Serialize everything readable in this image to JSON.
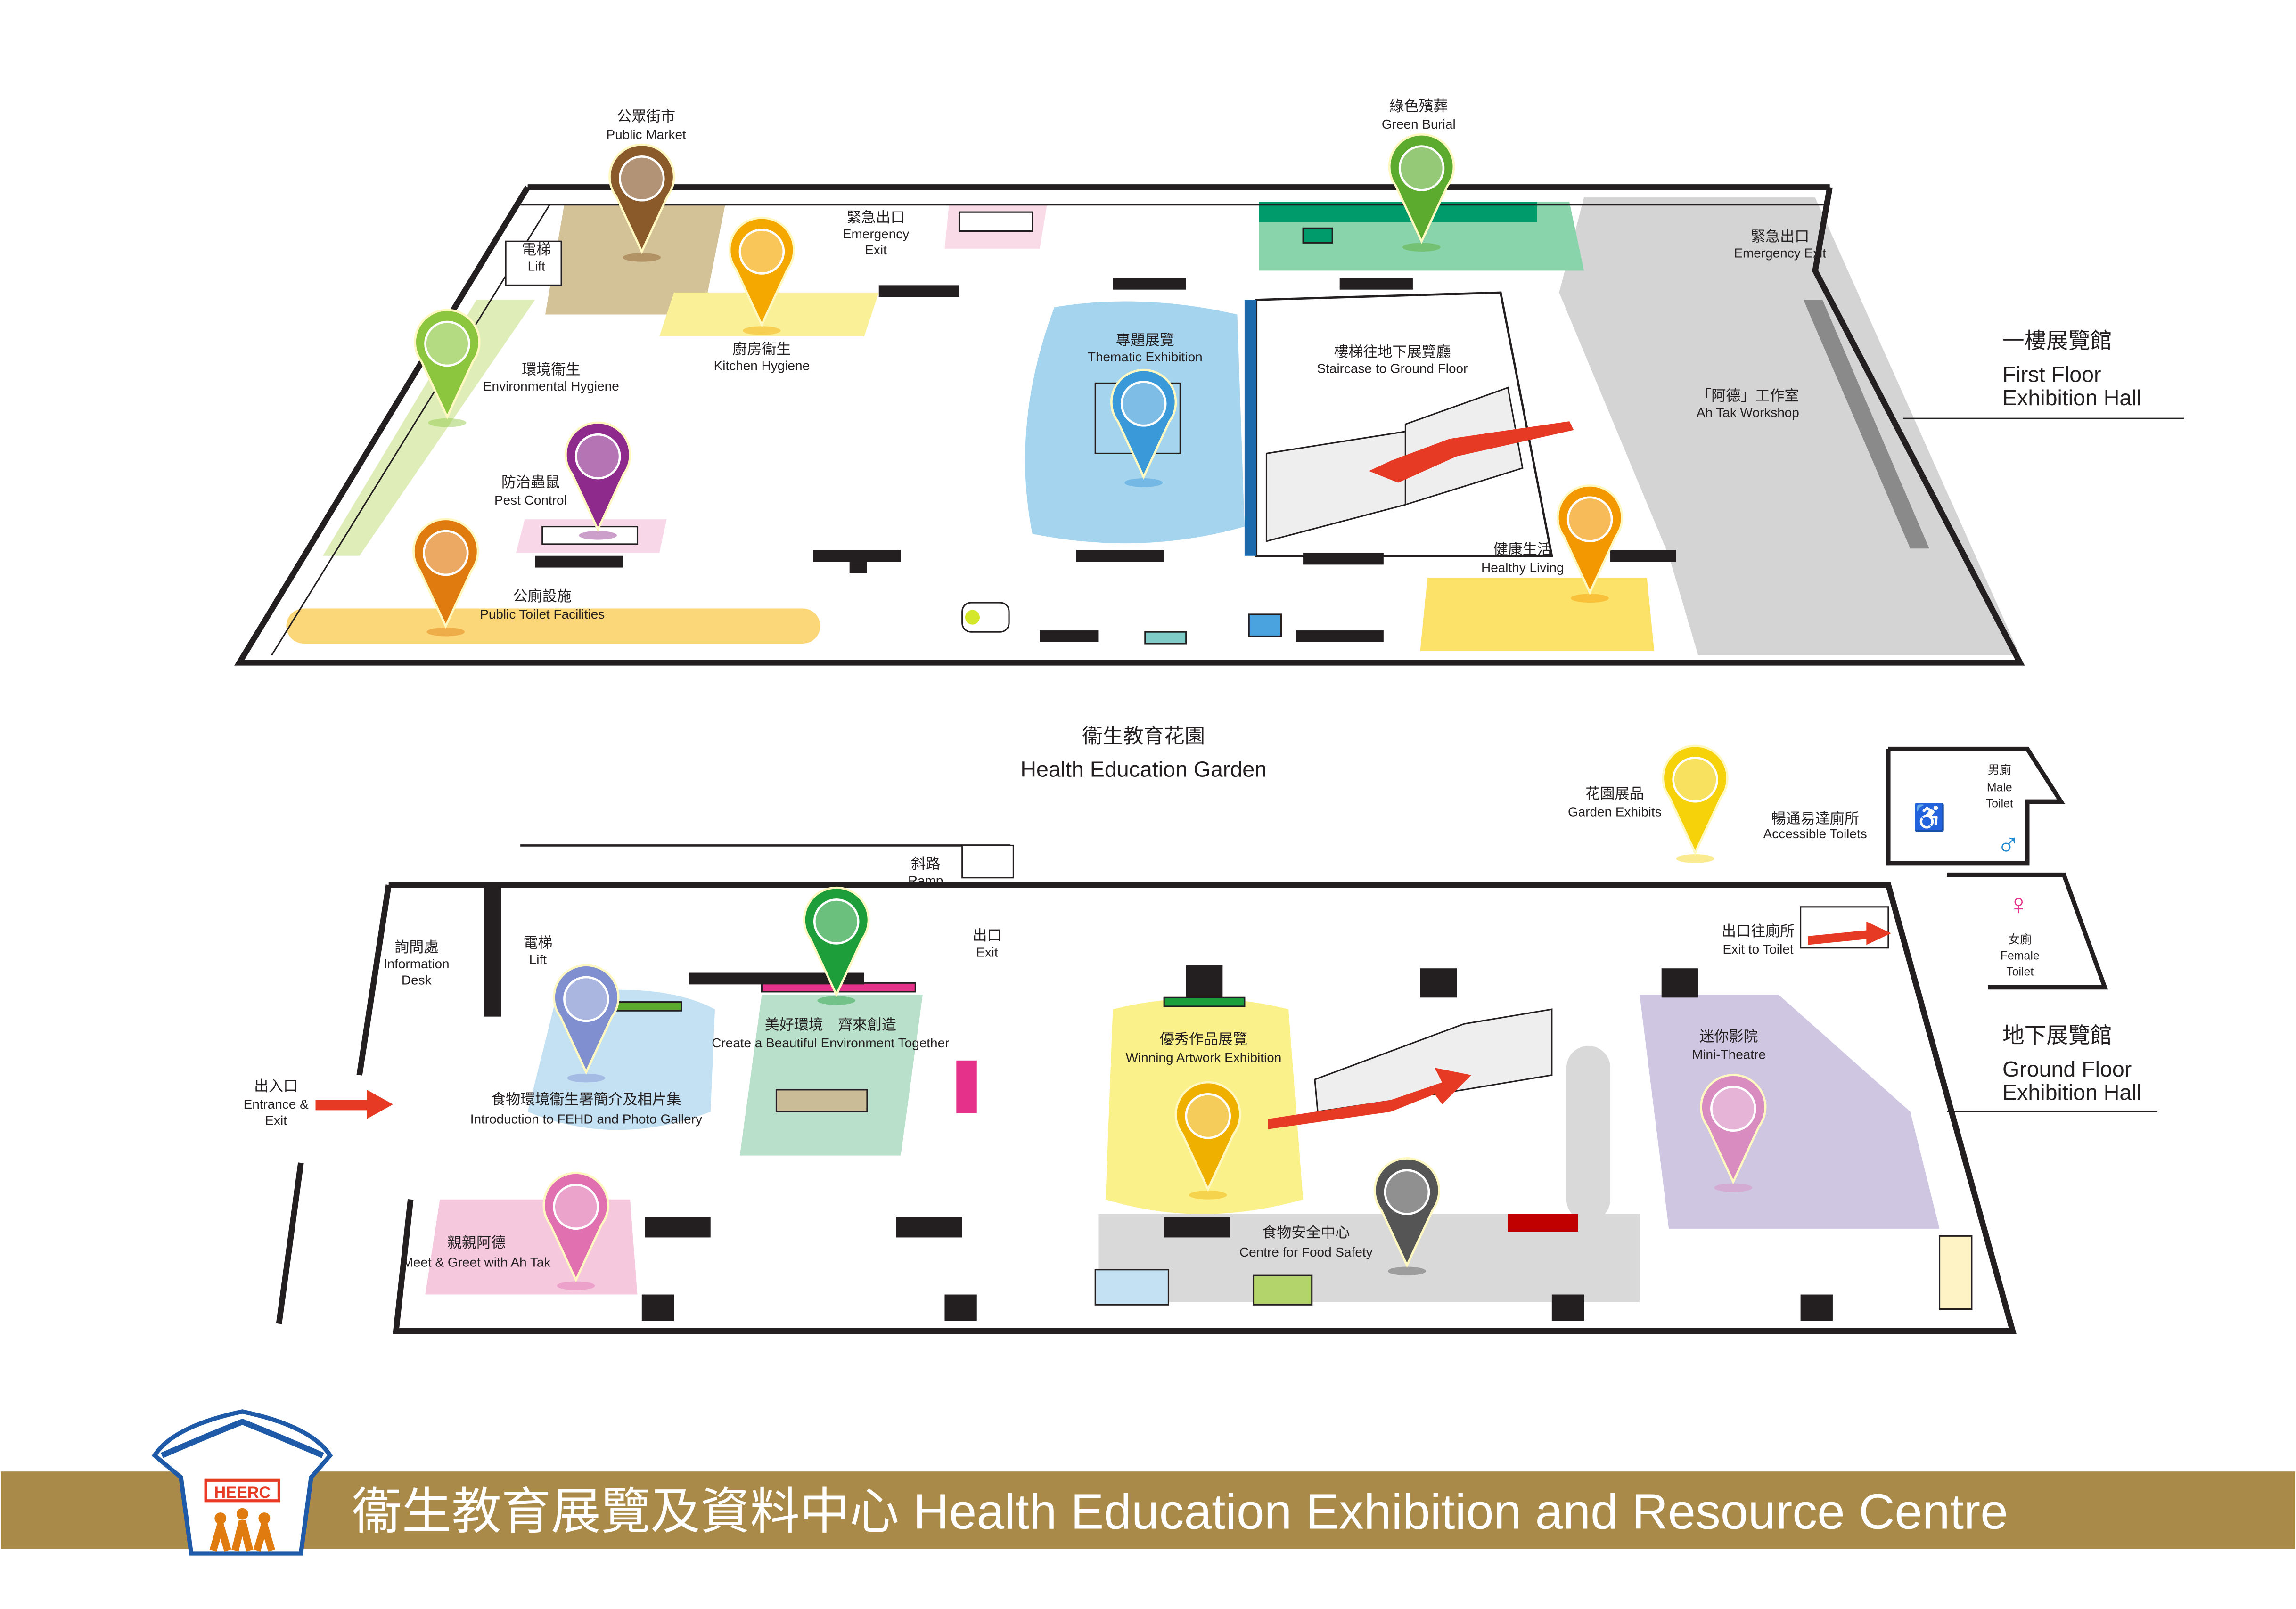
{
  "title": "衞生教育展覽及資料中心 Health Education Exhibition and Resource Centre",
  "logo_text": "HEERC",
  "colors": {
    "footer_band": "#a98a49",
    "gray_zone": "#d4d4d4",
    "arrow": "#e63a24"
  },
  "first_floor": {
    "hall_zh": "一樓展覽館",
    "hall_en_1": "First Floor",
    "hall_en_2": "Exhibition Hall",
    "labels": {
      "public_market": {
        "zh": "公眾街市",
        "en": "Public Market"
      },
      "green_burial": {
        "zh": "綠色殯葬",
        "en": "Green Burial"
      },
      "emergency_exit_left": {
        "zh": "緊急出口",
        "en_1": "Emergency",
        "en_2": "Exit"
      },
      "lift": {
        "zh": "電梯",
        "en": "Lift"
      },
      "kitchen_hygiene": {
        "zh": "廚房衞生",
        "en": "Kitchen Hygiene"
      },
      "environmental_hygiene": {
        "zh": "環境衞生",
        "en": "Environmental Hygiene"
      },
      "thematic_exhibition": {
        "zh": "專題展覽",
        "en": "Thematic Exhibition"
      },
      "staircase": {
        "zh": "樓梯往地下展覽廳",
        "en": "Staircase to Ground Floor"
      },
      "emergency_exit_right": {
        "zh": "緊急出口",
        "en": "Emergency Exit"
      },
      "ah_tak_workshop": {
        "zh": "「阿德」工作室",
        "en": "Ah Tak Workshop"
      },
      "pest_control": {
        "zh": "防治蟲鼠",
        "en": "Pest Control"
      },
      "public_toilet": {
        "zh": "公廁設施",
        "en": "Public Toilet Facilities"
      },
      "healthy_living": {
        "zh": "健康生活",
        "en": "Healthy Living"
      }
    }
  },
  "garden": {
    "zh": "衞生教育花園",
    "en": "Health Education Garden",
    "garden_exhibits": {
      "zh": "花園展品",
      "en": "Garden Exhibits"
    },
    "accessible_toilets": {
      "zh": "暢通易達廁所",
      "en": "Accessible Toilets"
    },
    "male_toilet": {
      "zh": "男廁",
      "en_1": "Male",
      "en_2": "Toilet"
    },
    "female_toilet": {
      "zh": "女廁",
      "en_1": "Female",
      "en_2": "Toilet"
    }
  },
  "ground_floor": {
    "hall_zh": "地下展覽館",
    "hall_en_1": "Ground Floor",
    "hall_en_2": "Exhibition Hall",
    "labels": {
      "ramp": {
        "zh": "斜路",
        "en": "Ramp"
      },
      "info_desk": {
        "zh": "詢問處",
        "en_1": "Information",
        "en_2": "Desk"
      },
      "lift": {
        "zh": "電梯",
        "en": "Lift"
      },
      "exit": {
        "zh": "出口",
        "en": "Exit"
      },
      "exit_to_toilet": {
        "zh": "出口往廁所",
        "en": "Exit to Toilet"
      },
      "create_beautiful": {
        "zh": "美好環境　齊來創造",
        "en": "Create a Beautiful Environment Together"
      },
      "winning_artwork": {
        "zh": "優秀作品展覽",
        "en": "Winning Artwork Exhibition"
      },
      "mini_theatre": {
        "zh": "迷你影院",
        "en": "Mini-Theatre"
      },
      "entrance": {
        "zh": "出入口",
        "en_1": "Entrance &",
        "en_2": "Exit"
      },
      "fehd_intro": {
        "zh": "食物環境衞生署簡介及相片集",
        "en": "Introduction to FEHD and Photo Gallery"
      },
      "ah_tak": {
        "zh": "親親阿德",
        "en": "Meet & Greet with Ah Tak"
      },
      "food_safety": {
        "zh": "食物安全中心",
        "en": "Centre for Food Safety"
      }
    }
  },
  "pins": [
    {
      "id": "public-market",
      "icon": "pig-chicken-icon",
      "color": "#8a5a2b"
    },
    {
      "id": "kitchen-hygiene",
      "icon": "kitchen-icon",
      "color": "#f5a800"
    },
    {
      "id": "green-burial",
      "icon": "flower-icon",
      "color": "#5cab2e"
    },
    {
      "id": "environmental-hygiene",
      "icon": "tree-icon",
      "color": "#8cc63f"
    },
    {
      "id": "pest-control",
      "icon": "rat-icon",
      "color": "#8e2a8c"
    },
    {
      "id": "public-toilet",
      "icon": "toilet-icon",
      "color": "#e07b10"
    },
    {
      "id": "thematic-exhibition",
      "icon": "exhibit-icon",
      "color": "#3a9ad9"
    },
    {
      "id": "healthy-living",
      "icon": "person-icon",
      "color": "#f39800"
    },
    {
      "id": "garden-exhibits",
      "icon": "robot-icon",
      "color": "#f5d20a"
    },
    {
      "id": "create-beautiful",
      "icon": "rainbow-icon",
      "color": "#1e9e3a"
    },
    {
      "id": "fehd-intro",
      "icon": "fehd-logo-icon",
      "color": "#7f8fd0"
    },
    {
      "id": "winning-artwork",
      "icon": "artwork-icon",
      "color": "#f0b000"
    },
    {
      "id": "mini-theatre",
      "icon": "theatre-icon",
      "color": "#d98cc0"
    },
    {
      "id": "ah-tak",
      "icon": "ah-tak-icon",
      "color": "#e070b0"
    },
    {
      "id": "food-safety",
      "icon": "food-safety-icon",
      "color": "#555555"
    }
  ]
}
